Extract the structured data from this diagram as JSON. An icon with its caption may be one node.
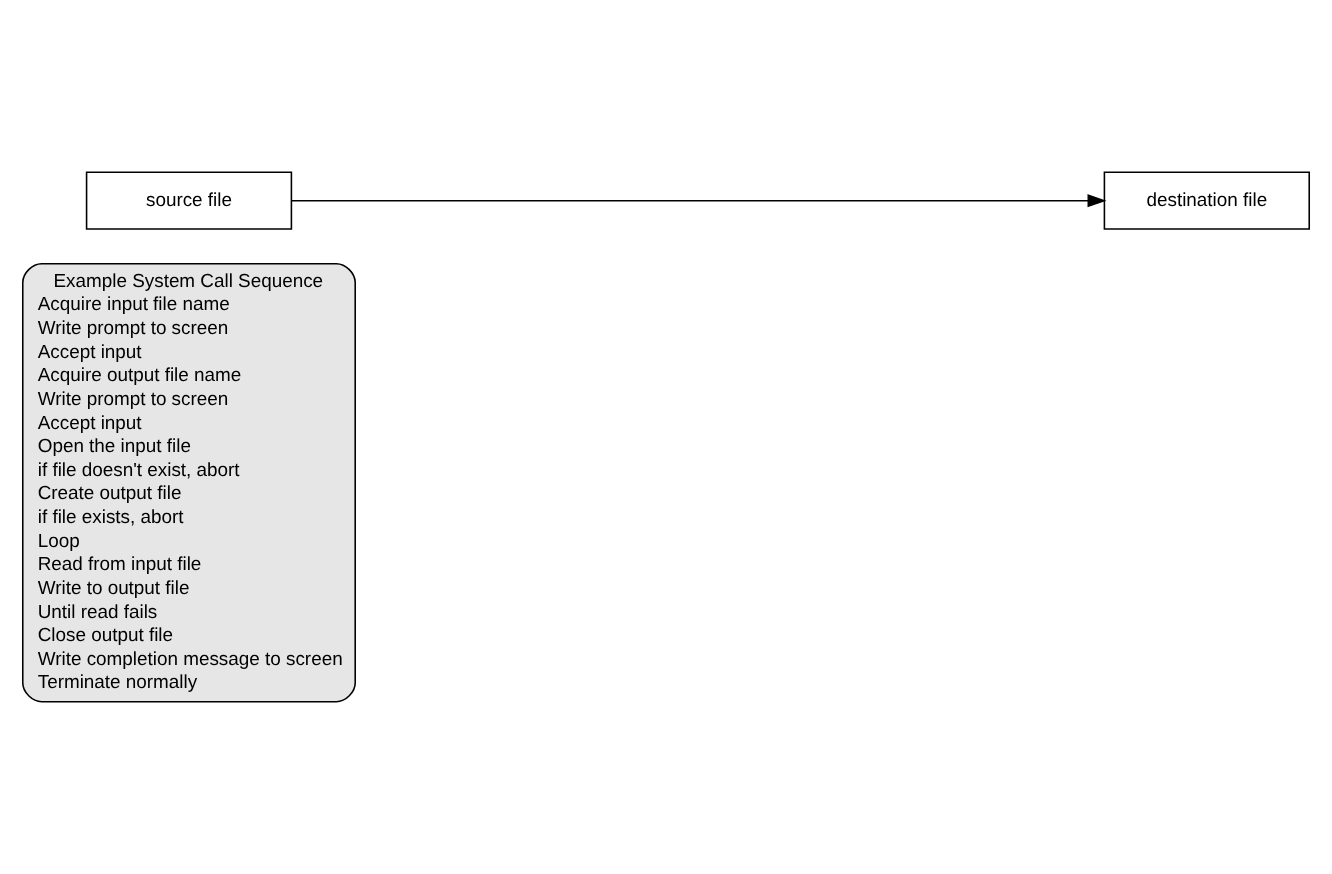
{
  "diagram": {
    "nodes": [
      {
        "text": [
          "source file"
        ]
      },
      {
        "text": [
          "destination file"
        ]
      },
      {
        "text": [
          "Example System Call Sequence",
          "Acquire input file name",
          "Write prompt to screen",
          "Accept input",
          "Acquire output file name",
          "Write prompt to screen",
          "Accept input",
          "Open the input file",
          "if file doesn't exist, abort",
          "Create output file",
          "if file exists, abort",
          "Loop",
          "Read from input file",
          "Write to output file",
          "Until read fails",
          "Close output file",
          "Write completion message to screen",
          "Terminate normally"
        ]
      }
    ],
    "edges": [
      {
        "from": 0,
        "to": 1,
        "arrow": "to"
      }
    ]
  }
}
